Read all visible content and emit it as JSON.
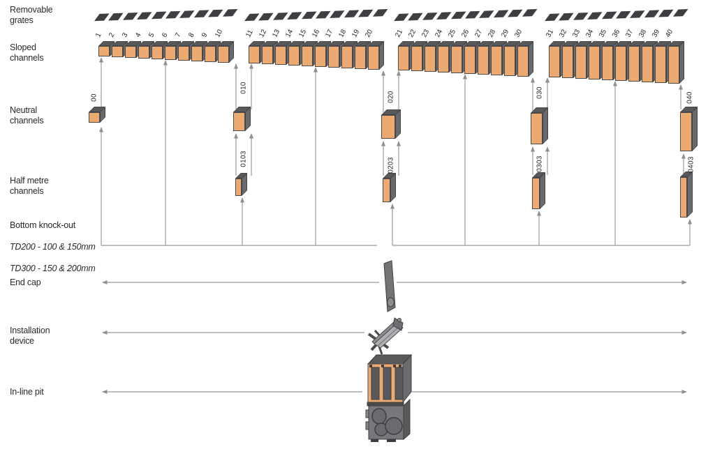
{
  "labels": {
    "removable_grates": "Removable\ngrates",
    "sloped_channels": "Sloped\nchannels",
    "neutral_channels": "Neutral\nchannels",
    "half_metre_channels": "Half metre\nchannels",
    "bottom_knockout_title": "Bottom knock-out",
    "bottom_knockout_note_td200": "TD200 - 100 & 150mm",
    "bottom_knockout_note_td300": "TD300 - 150 & 200mm",
    "end_cap": "End cap",
    "installation_device": "Installation\ndevice",
    "inline_pit": "In-line pit"
  },
  "sloped_channels": {
    "groups": [
      {
        "channels": [
          "1",
          "2",
          "3",
          "4",
          "5",
          "6",
          "7",
          "8",
          "9",
          "10"
        ]
      },
      {
        "channels": [
          "11",
          "12",
          "13",
          "14",
          "15",
          "16",
          "17",
          "18",
          "19",
          "20"
        ]
      },
      {
        "channels": [
          "21",
          "22",
          "23",
          "24",
          "25",
          "26",
          "27",
          "28",
          "29",
          "30"
        ]
      },
      {
        "channels": [
          "31",
          "32",
          "33",
          "34",
          "35",
          "36",
          "37",
          "38",
          "39",
          "40"
        ]
      }
    ]
  },
  "neutral_channels": {
    "codes": [
      "00",
      "010",
      "020",
      "030",
      "040"
    ]
  },
  "half_metre_channels": {
    "codes": [
      "0103",
      "0203",
      "0303",
      "0403"
    ]
  },
  "removable_grates": {
    "bars": 4,
    "segments_per_bar": 10
  },
  "colors": {
    "channel_face": "#ECAA70",
    "channel_top": "#58595B",
    "channel_side": "#696A6E",
    "grate": "#3E3F42",
    "arrow": "#97999C",
    "text": "#231F20",
    "outline": "#4A4B4D"
  }
}
